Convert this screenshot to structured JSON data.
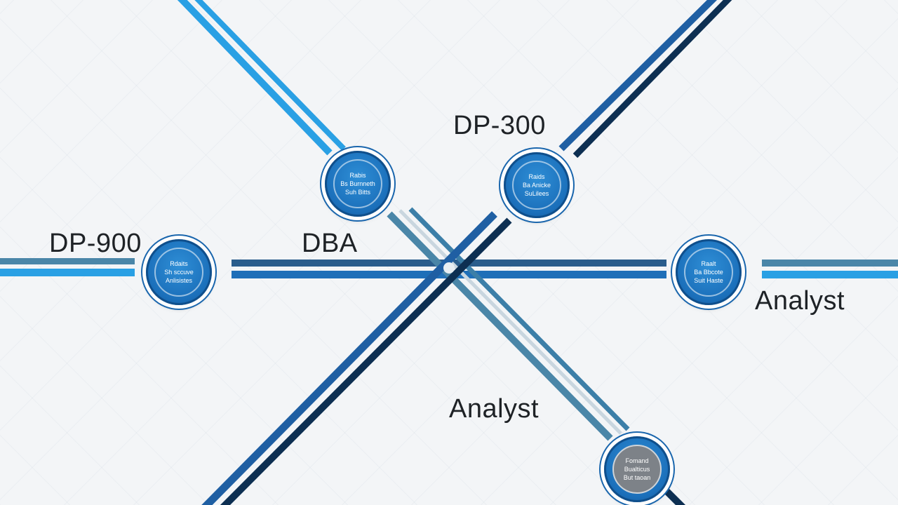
{
  "colors": {
    "background": "#f3f5f7",
    "light_blue": "#2aa0e4",
    "mid_blue": "#1f6fb8",
    "dark_navy": "#0d2f52",
    "teal_steel": "#4a86a8",
    "station_fill": "#1b6fba",
    "label_text": "#1e2226"
  },
  "lines": [
    {
      "name": "diagonal-light-blue-line",
      "color": "light_blue"
    },
    {
      "name": "diagonal-navy-line",
      "color": "dark_navy"
    },
    {
      "name": "horizontal-line",
      "color": "mid_blue"
    }
  ],
  "labels": {
    "dp900": "DP-900",
    "dba": "DBA",
    "dp300": "DP-300",
    "analyst_right": "Analyst",
    "analyst_bottom": "Analyst"
  },
  "stations": [
    {
      "name": "station-dp900",
      "caption": "Rdaits\nSh sccuve\nAnlisistes"
    },
    {
      "name": "station-dba",
      "caption": "Rabis\nBs Burnneth\nSuh Bitts"
    },
    {
      "name": "station-dp300",
      "caption": "Raids\nBa Anicke\nSuLilees"
    },
    {
      "name": "station-analyst",
      "caption": "Raalt\nBa Bbcote\nSuit Haste"
    },
    {
      "name": "station-analyst-bottom",
      "caption": "Fomand\nBualticus\nBut taoan"
    }
  ]
}
